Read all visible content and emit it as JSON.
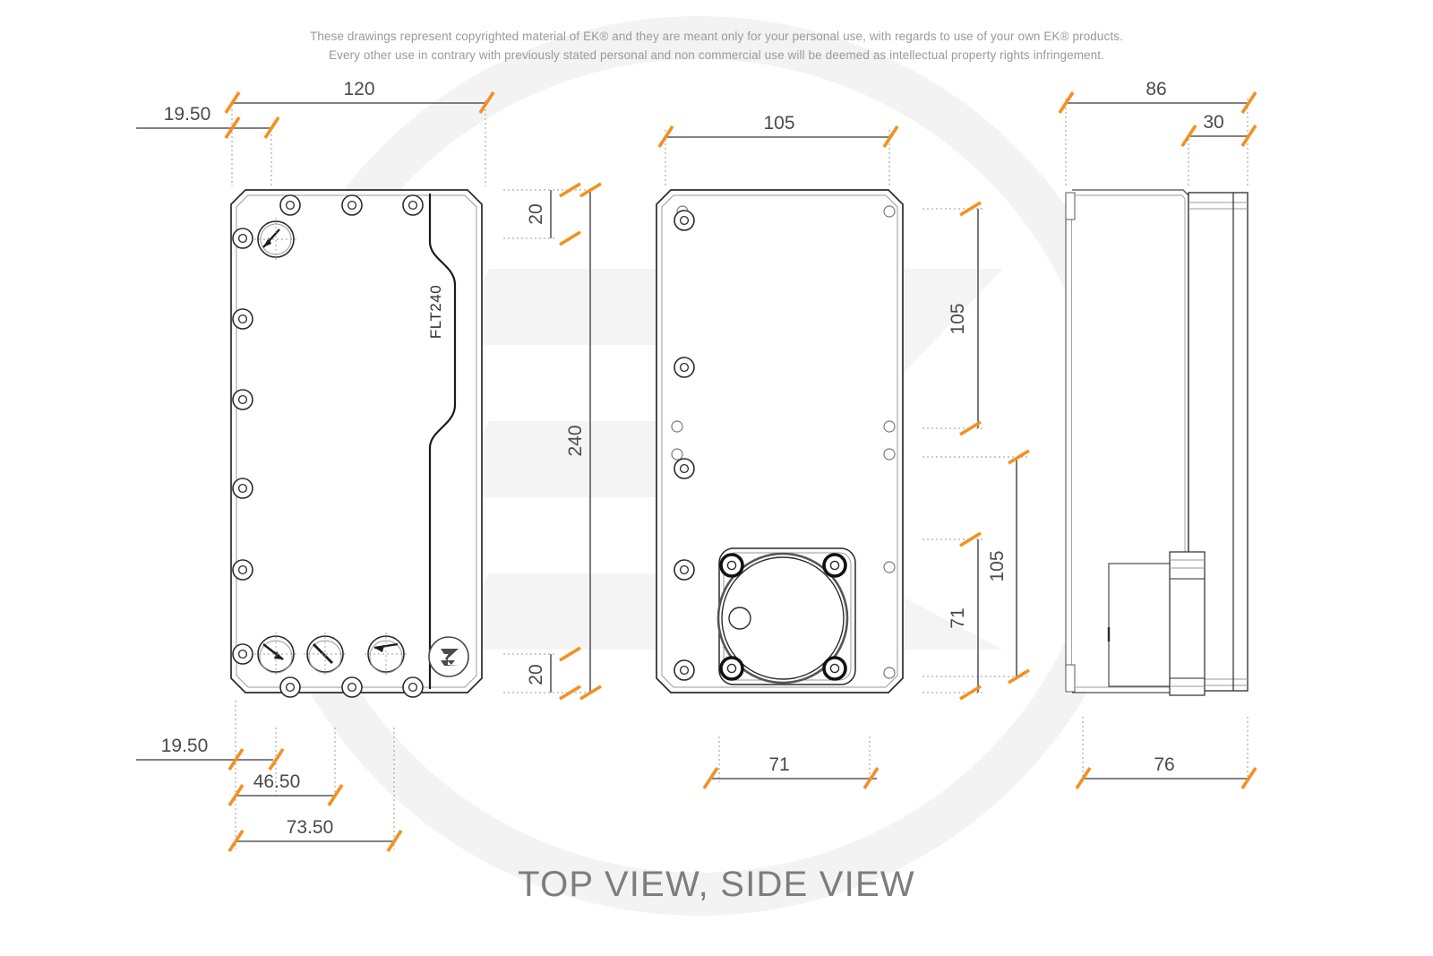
{
  "page": {
    "disclaimer_line1": "These drawings represent copyrighted material of EK® and they are meant only for your personal use, with regards to use of your own EK® products.",
    "disclaimer_line2": "Every other use in contrary with previously stated personal and non commercial use will be deemed as intellectual property rights infringement.",
    "view_title": "TOP VIEW, SIDE VIEW",
    "watermark": "EK",
    "colors": {
      "tick_orange": "#F5901F",
      "dim_line": "#585858",
      "dim_text": "#4a4a4a",
      "outline": "#2b2b2b",
      "light_outline": "#9a9a9a",
      "watermark": "#f4f4f4",
      "background": "#ffffff",
      "title_gray": "#7d7d7d",
      "disclaimer_gray": "#9a9a9a"
    }
  },
  "drawing": {
    "part_label": "FLT240",
    "logo_badge": "EK",
    "views": [
      {
        "name": "top-view-front-plate",
        "label": "FLT240"
      },
      {
        "name": "top-view-back-plate",
        "label": ""
      },
      {
        "name": "side-view",
        "label": ""
      }
    ]
  },
  "dimensions": {
    "view1_top": [
      {
        "name": "dim-120",
        "value": "120",
        "orientation": "horizontal"
      },
      {
        "name": "dim-19-50-top",
        "value": "19.50",
        "orientation": "horizontal"
      }
    ],
    "view1_right": [
      {
        "name": "dim-20-top",
        "value": "20",
        "orientation": "vertical"
      },
      {
        "name": "dim-240",
        "value": "240",
        "orientation": "vertical"
      },
      {
        "name": "dim-20-bottom",
        "value": "20",
        "orientation": "vertical"
      }
    ],
    "view1_bottom": [
      {
        "name": "dim-19-50-bottom",
        "value": "19.50",
        "orientation": "horizontal"
      },
      {
        "name": "dim-46-50",
        "value": "46.50",
        "orientation": "horizontal"
      },
      {
        "name": "dim-73-50",
        "value": "73.50",
        "orientation": "horizontal"
      }
    ],
    "view2_top": [
      {
        "name": "dim-105-width",
        "value": "105",
        "orientation": "horizontal"
      }
    ],
    "view2_right": [
      {
        "name": "dim-105-upper",
        "value": "105",
        "orientation": "vertical"
      },
      {
        "name": "dim-105-lower",
        "value": "105",
        "orientation": "vertical"
      },
      {
        "name": "dim-71-vertical",
        "value": "71",
        "orientation": "vertical"
      }
    ],
    "view2_bottom": [
      {
        "name": "dim-71-horizontal",
        "value": "71",
        "orientation": "horizontal"
      }
    ],
    "view3_top": [
      {
        "name": "dim-86",
        "value": "86",
        "orientation": "horizontal"
      },
      {
        "name": "dim-30",
        "value": "30",
        "orientation": "horizontal"
      }
    ],
    "view3_bottom": [
      {
        "name": "dim-76",
        "value": "76",
        "orientation": "horizontal"
      }
    ]
  }
}
